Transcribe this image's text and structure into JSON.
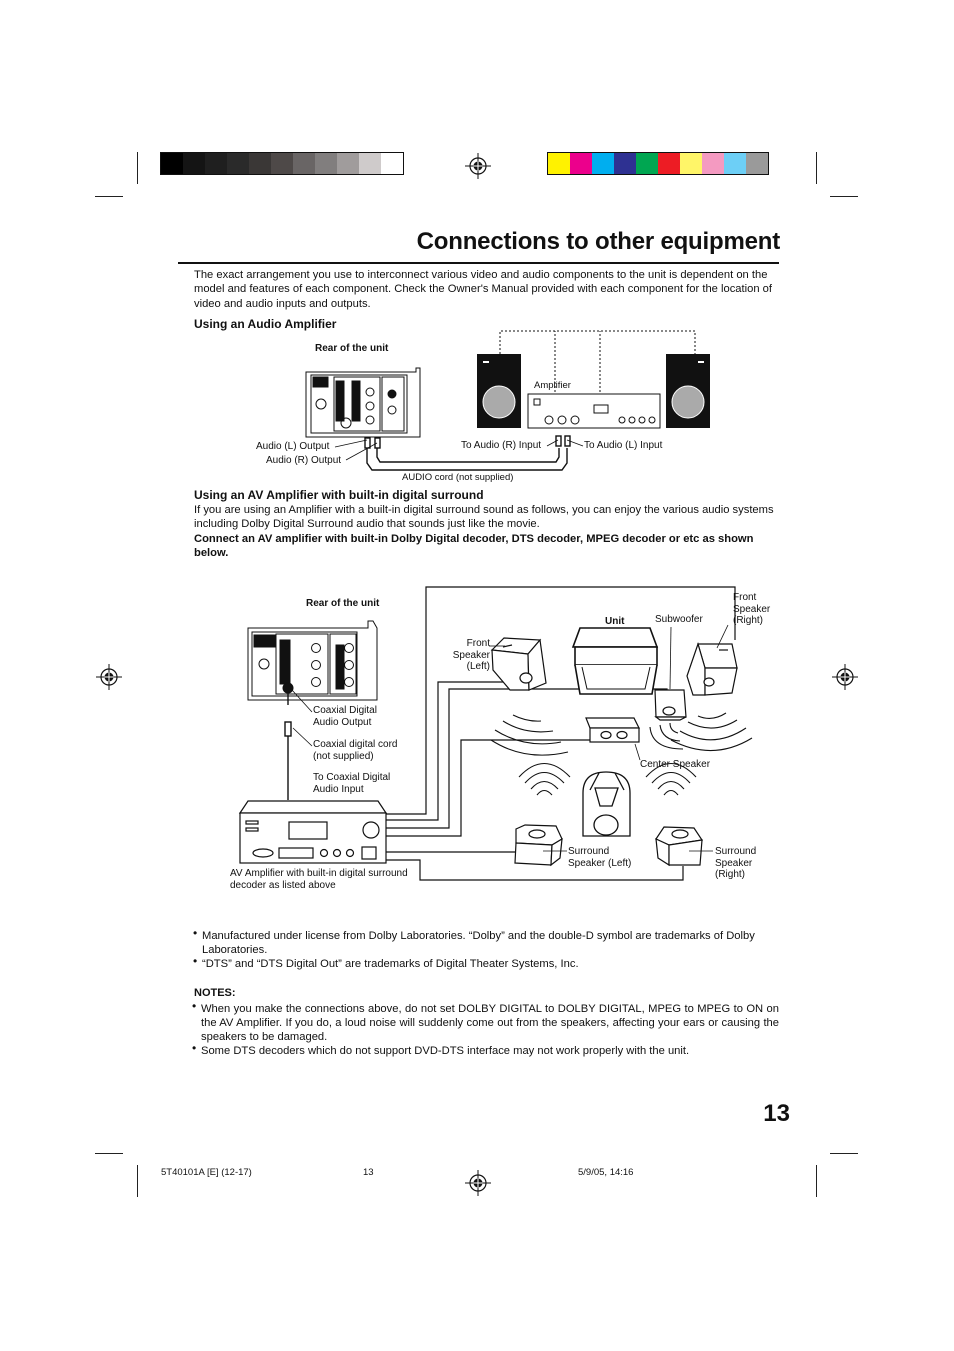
{
  "page": {
    "title": "Connections to other equipment",
    "intro": "The exact arrangement you use to interconnect various video and audio components to the unit is dependent on the model and features of each component. Check the Owner's Manual provided with each component for the location of video and audio inputs and outputs.",
    "page_number": "13"
  },
  "colors": {
    "gray_bar": [
      "#000000",
      "#141414",
      "#1f1f1f",
      "#2a2a2a",
      "#3a3736",
      "#4e4948",
      "#696565",
      "#817e7e",
      "#a09c9c",
      "#cfcbcb",
      "#ffffff"
    ],
    "color_bar": [
      "#fff200",
      "#ec008c",
      "#00aeef",
      "#2e3192",
      "#00a651",
      "#ed1c24",
      "#fff568",
      "#f49ac1",
      "#6dcff6",
      "#9a9a9a"
    ]
  },
  "section1": {
    "heading": "Using an Audio Amplifier",
    "rear_label": "Rear of the unit",
    "amp_label": "Amplifier",
    "audio_l_output": "Audio (L) Output",
    "audio_r_output": "Audio (R) Output",
    "to_r_input": "To Audio (R) Input",
    "to_l_input": "To Audio (L) Input",
    "cord": "AUDIO cord (not supplied)"
  },
  "section2": {
    "heading": "Using an AV Amplifier with built-in digital surround",
    "body": "If you are using an Amplifier with a built-in digital surround sound as follows, you can enjoy the various audio systems including Dolby Digital Surround audio that sounds just like the movie.",
    "bold_body": "Connect an AV amplifier with built-in Dolby Digital decoder, DTS decoder, MPEG decoder or etc as shown below.",
    "rear_label": "Rear of the unit",
    "coax_out": "Coaxial Digital Audio Output",
    "coax_cord": "Coaxial digital cord (not supplied)",
    "coax_in": "To Coaxial Digital Audio Input",
    "av_amp": "AV Amplifier with built-in digital surround decoder as listed above",
    "unit": "Unit",
    "subwoofer": "Subwoofer",
    "front_right": "Front Speaker (Right)",
    "front_left": "Front Speaker (Left)",
    "center": "Center Speaker",
    "surround_left": "Surround Speaker (Left)",
    "surround_right": "Surround Speaker (Right)"
  },
  "trademarks": [
    "Manufactured under license from Dolby Laboratories. “Dolby” and the double-D symbol are trademarks of Dolby Laboratories.",
    "“DTS” and “DTS Digital Out” are trademarks of Digital Theater Systems, Inc."
  ],
  "notes": {
    "heading": "NOTES:",
    "items": [
      "When you make the connections above, do not set DOLBY DIGITAL to DOLBY DIGITAL, MPEG to MPEG to ON on the AV Amplifier. If you do, a loud noise will suddenly come out from the speakers, affecting your ears or causing the speakers to be damaged.",
      "Some DTS decoders which do not support DVD-DTS interface may not work properly with the unit."
    ]
  },
  "footer": {
    "code": "5T40101A [E] (12-17)",
    "page": "13",
    "date": "5/9/05, 14:16"
  }
}
